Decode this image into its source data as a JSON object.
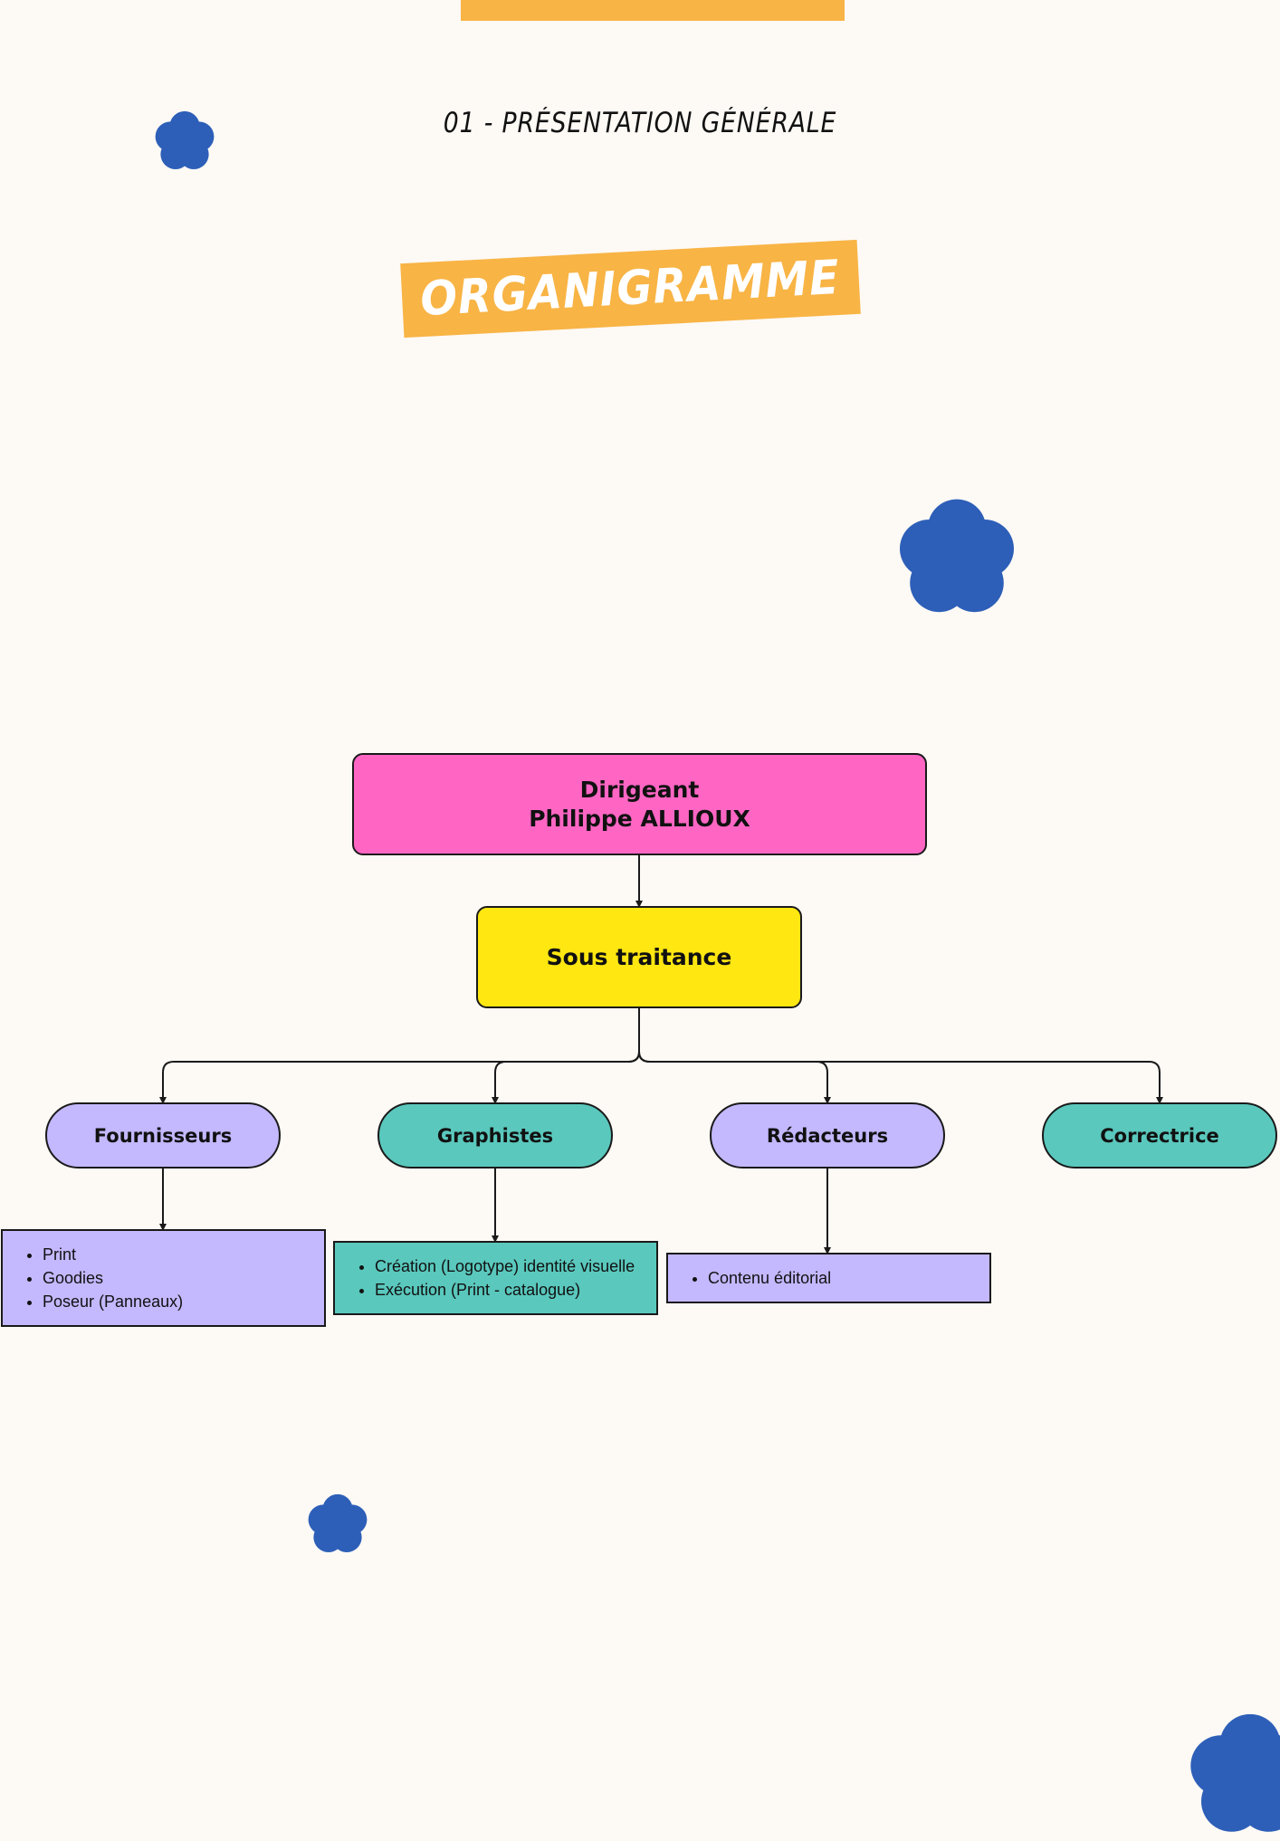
{
  "section_title": "01 - PRÉSENTATION GÉNÉRALE",
  "banner_title": "ORGANIGRAMME",
  "colors": {
    "background": "#fdf9f5",
    "accent_orange": "#f8b445",
    "flower_blue": "#2d5fb8",
    "director_pink": "#ff66c4",
    "subcontract_yellow": "#ffe711",
    "lavender": "#c4b8ff",
    "teal": "#5ac8bd"
  },
  "org": {
    "director": {
      "role": "Dirigeant",
      "name": "Philippe ALLIOUX"
    },
    "subcontracting": "Sous traitance",
    "groups": [
      {
        "label": "Fournisseurs",
        "items": [
          "Print",
          "Goodies",
          "Poseur (Panneaux)"
        ]
      },
      {
        "label": "Graphistes",
        "items": [
          "Création (Logotype) identité visuelle",
          "Exécution (Print - catalogue)"
        ]
      },
      {
        "label": "Rédacteurs",
        "items": [
          "Contenu éditorial"
        ]
      },
      {
        "label": "Correctrice",
        "items": []
      }
    ]
  }
}
